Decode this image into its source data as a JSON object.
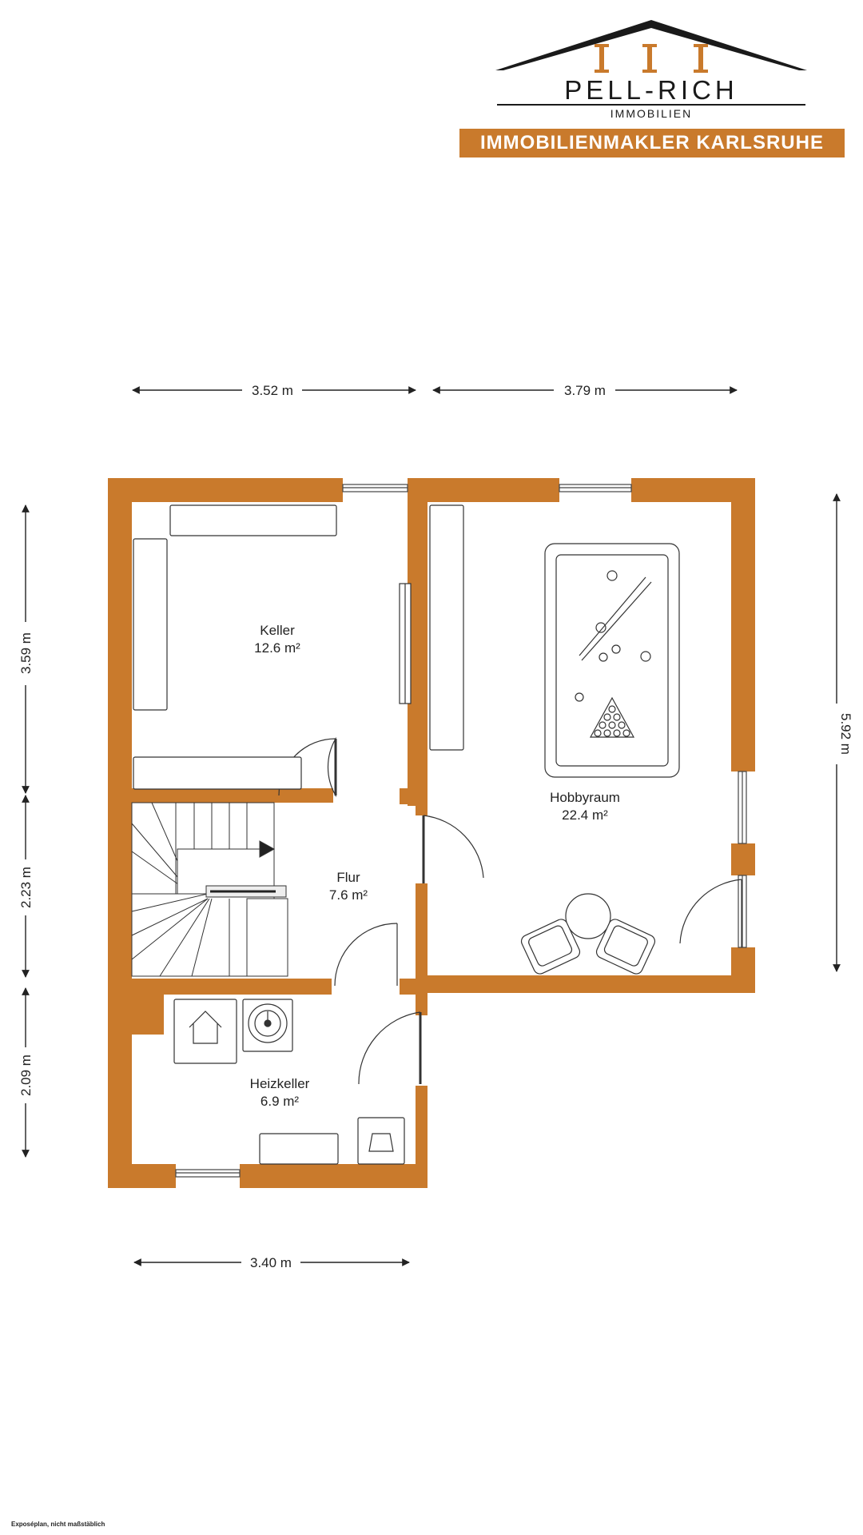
{
  "logo": {
    "name": "PELL-RICH",
    "sub": "IMMOBILIEN",
    "tagline": "IMMOBILIENMAKLER KARLSRUHE"
  },
  "colors": {
    "wall": "#c97a2c",
    "line": "#333333",
    "brand_dark": "#1a1a1a"
  },
  "dimensions": {
    "top_left": "3.52 m",
    "top_right": "3.79 m",
    "left_upper": "3.59 m",
    "left_middle": "2.23 m",
    "left_lower": "2.09 m",
    "right": "5.92 m",
    "bottom": "3.40 m"
  },
  "rooms": {
    "keller": {
      "name": "Keller",
      "area": "12.6 m²"
    },
    "flur": {
      "name": "Flur",
      "area": "7.6 m²"
    },
    "hobbyraum": {
      "name": "Hobbyraum",
      "area": "22.4 m²"
    },
    "heizkeller": {
      "name": "Heizkeller",
      "area": "6.9 m²"
    }
  },
  "footer": "Exposéplan, nicht maßstäblich"
}
